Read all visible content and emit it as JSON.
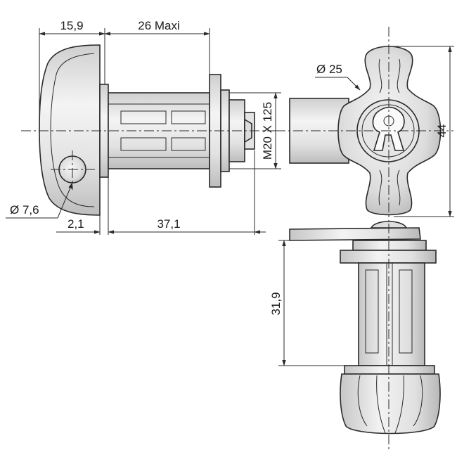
{
  "drawing": {
    "dimensions": {
      "width_front": "15,9",
      "body_length": "26 Maxi",
      "thread": "M20 X 125",
      "hole_diameter": "Ø 7,6",
      "flange": "2,1",
      "overall_length": "37,1",
      "knob_diameter": "Ø 25",
      "height": "44",
      "depth": "31,9"
    },
    "colors": {
      "line": "#2a2a2a",
      "fill_light": "#eeeeee",
      "fill_mid": "#d7d7d7",
      "fill_dark": "#b5b5b5"
    }
  }
}
